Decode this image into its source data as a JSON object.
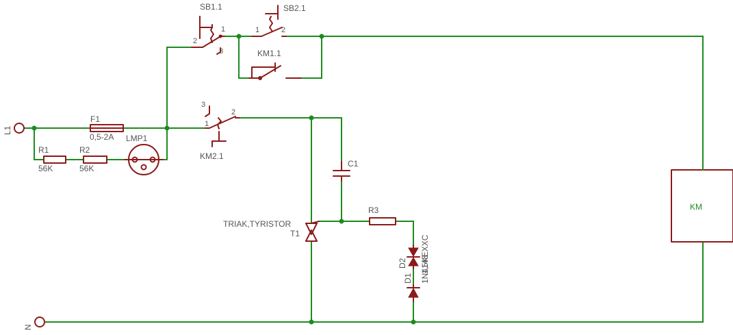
{
  "terminals": {
    "l1": "L1",
    "n": "N"
  },
  "fuse": {
    "ref": "F1",
    "value": "0,5-2A"
  },
  "r1": {
    "ref": "R1",
    "value": "56K"
  },
  "r2": {
    "ref": "R2",
    "value": "56K"
  },
  "lamp": {
    "ref": "LMP1"
  },
  "sb1": {
    "ref": "SB1.1",
    "pin1": "1",
    "pin2": "2",
    "pin3": "3"
  },
  "sb2": {
    "ref": "SB2.1",
    "pin1": "1",
    "pin2": "2"
  },
  "km1": {
    "ref": "KM1.1"
  },
  "km2": {
    "ref": "KM2.1",
    "pin1": "1",
    "pin2": "2",
    "pin3": "3"
  },
  "c1": {
    "ref": "C1"
  },
  "r3": {
    "ref": "R3"
  },
  "triac": {
    "value": "TRIAK,TYRISTOR",
    "ref": "T1"
  },
  "d1": {
    "ref": "D1",
    "value": "1N4148"
  },
  "d2": {
    "ref": "D2",
    "value": "1,5KEXXC"
  },
  "coil": {
    "ref": "KM"
  },
  "colors": {
    "wire": "#1e8a1e",
    "part": "#8b1a1a",
    "label": "#555555"
  }
}
